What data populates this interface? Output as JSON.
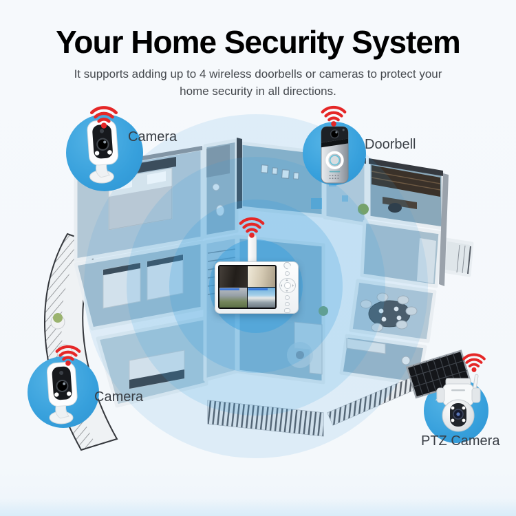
{
  "header": {
    "title": "Your Home Security System",
    "subtitle_line1": "It supports adding up to 4 wireless doorbells or cameras to protect your",
    "subtitle_line2": "home security in all directions."
  },
  "annotations": {
    "camera_top": "Camera",
    "doorbell": "Doorbell",
    "camera_bottom": "Camera",
    "ptz_camera": "PTZ Camera"
  },
  "monitor": {
    "feed_count": 4,
    "feeds": [
      "dark-interior-view",
      "bright-interior-view",
      "front-yard-view",
      "driveway-view"
    ]
  },
  "colors": {
    "background": "#f6f9fc",
    "title_text": "#000000",
    "subtitle_text": "#45494e",
    "label_text": "#393e45",
    "wifi_red": "#e52727",
    "signal_blue": "#3aa0dd",
    "floor_tint": "#9cbbcd",
    "bottom_band": "#d9ecf9"
  }
}
